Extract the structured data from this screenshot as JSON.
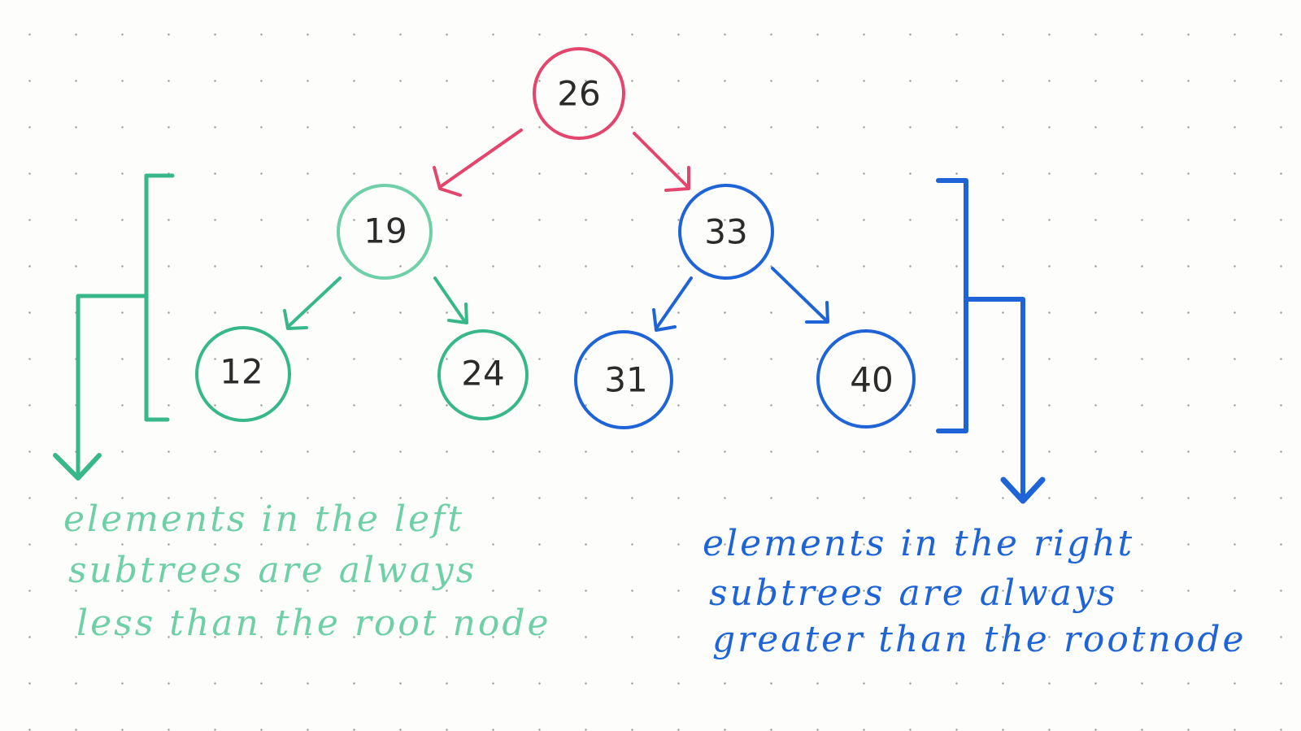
{
  "colors": {
    "root": "#e4456d",
    "left": "#38b88a",
    "left_light": "#6fd0a8",
    "right": "#1f64d6"
  },
  "tree": {
    "root": {
      "value": "26"
    },
    "left": {
      "value": "19",
      "left": {
        "value": "12"
      },
      "right": {
        "value": "24"
      }
    },
    "right": {
      "value": "33",
      "left": {
        "value": "31"
      },
      "right": {
        "value": "40"
      }
    }
  },
  "notes": {
    "left": [
      "elements in the left",
      "subtrees are always",
      "less than the root node"
    ],
    "right": [
      "elements in the right",
      "subtrees are always",
      "greater than the rootnode"
    ]
  }
}
